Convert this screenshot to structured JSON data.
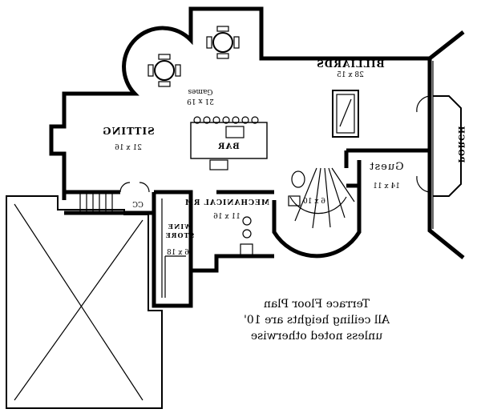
{
  "rooms": {
    "billiards": {
      "name": "BILLIARDS",
      "dim": "28 x 15"
    },
    "games": {
      "name": "Games",
      "dim": "21 x 19"
    },
    "sitting": {
      "name": "SITTING",
      "dim": "21 x 16"
    },
    "bar": {
      "name": "BAR"
    },
    "porch": {
      "name": "PORCH"
    },
    "guest": {
      "name": "Guest",
      "dim": "14 x 11"
    },
    "mechanical": {
      "name": "MECHANICAL RM",
      "dim": "11 x 16"
    },
    "wine_store": {
      "name_line1": "WINE",
      "name_line2": "STORE",
      "dim": "6 x 18"
    },
    "cc": {
      "name": "CC"
    },
    "bath": {
      "dim": "6 x 10"
    }
  },
  "caption": {
    "line1": "Terrace Floor Plan",
    "line2": "All ceiling heights are 10'",
    "line3": "unless noted otherwise"
  }
}
